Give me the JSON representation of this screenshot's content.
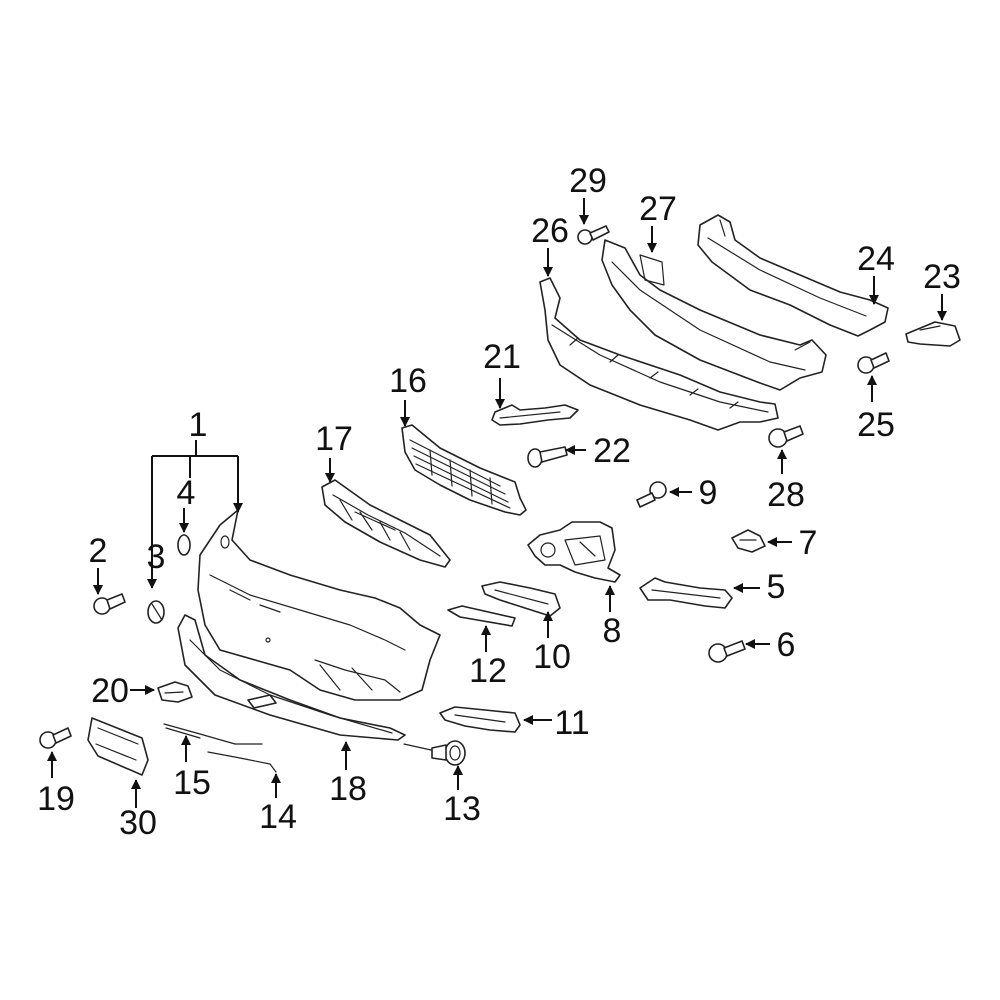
{
  "diagram": {
    "callouts": [
      {
        "id": "c1",
        "label": "1"
      },
      {
        "id": "c2",
        "label": "2"
      },
      {
        "id": "c3",
        "label": "3"
      },
      {
        "id": "c4",
        "label": "4"
      },
      {
        "id": "c5",
        "label": "5"
      },
      {
        "id": "c6",
        "label": "6"
      },
      {
        "id": "c7",
        "label": "7"
      },
      {
        "id": "c8",
        "label": "8"
      },
      {
        "id": "c9",
        "label": "9"
      },
      {
        "id": "c10",
        "label": "10"
      },
      {
        "id": "c11",
        "label": "11"
      },
      {
        "id": "c12",
        "label": "12"
      },
      {
        "id": "c13",
        "label": "13"
      },
      {
        "id": "c14",
        "label": "14"
      },
      {
        "id": "c15",
        "label": "15"
      },
      {
        "id": "c16",
        "label": "16"
      },
      {
        "id": "c17",
        "label": "17"
      },
      {
        "id": "c18",
        "label": "18"
      },
      {
        "id": "c19",
        "label": "19"
      },
      {
        "id": "c20",
        "label": "20"
      },
      {
        "id": "c21",
        "label": "21"
      },
      {
        "id": "c22",
        "label": "22"
      },
      {
        "id": "c23",
        "label": "23"
      },
      {
        "id": "c24",
        "label": "24"
      },
      {
        "id": "c25",
        "label": "25"
      },
      {
        "id": "c26",
        "label": "26"
      },
      {
        "id": "c27",
        "label": "27"
      },
      {
        "id": "c28",
        "label": "28"
      },
      {
        "id": "c29",
        "label": "29"
      },
      {
        "id": "c30",
        "label": "30"
      }
    ]
  }
}
